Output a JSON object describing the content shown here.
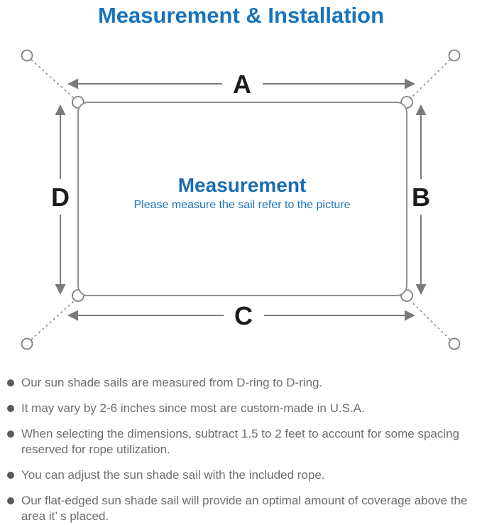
{
  "page": {
    "title": "Measurement & Installation"
  },
  "diagram": {
    "labels": {
      "a": "A",
      "b": "B",
      "c": "C",
      "d": "D"
    },
    "center": {
      "title": "Measurement",
      "subtitle": "Please measure the sail refer to the picture"
    },
    "colors": {
      "accent_blue": "#1673bc",
      "center_blue": "#1a6cb0",
      "line_gray": "#7a7a7a",
      "label_black": "#1c1c1c",
      "note_gray": "#6d6d6d"
    }
  },
  "notes": {
    "items": [
      "Our sun shade sails are measured from D-ring to D-ring.",
      "It may vary by 2-6 inches since most are custom-made in U.S.A.",
      "When selecting the dimensions, subtract 1.5 to 2 feet to account for some spacing reserved for rope utilization.",
      "You can adjust the sun shade sail with the included rope.",
      "Our flat-edged sun shade sail will provide an optimal amount of coverage above the area it’ s placed."
    ]
  }
}
